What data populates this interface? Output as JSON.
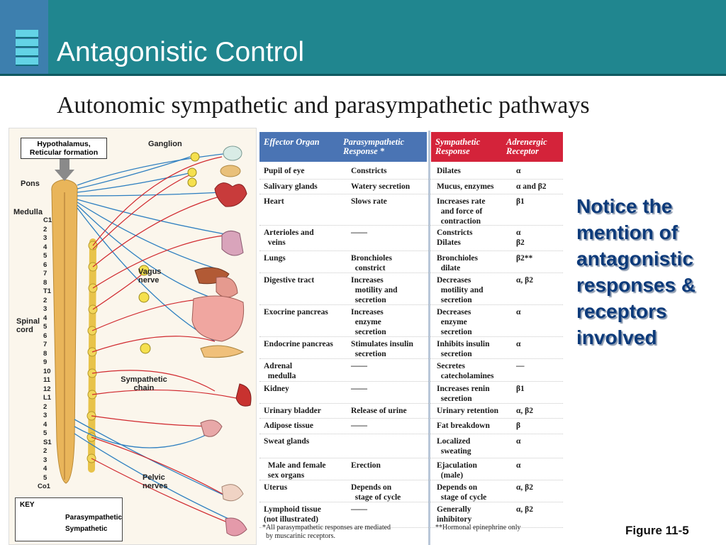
{
  "slide": {
    "title": "Antagonistic Control",
    "subtitle": "Autonomic sympathetic and parasympathetic pathways",
    "note": "Notice the mention of antagonistic responses & receptors involved",
    "figure_ref": "Figure 11-5"
  },
  "diagram": {
    "hypothalamus": "Hypothalamus, Reticular formation",
    "ganglion": "Ganglion",
    "pons": "Pons",
    "medulla": "Medulla",
    "vagus": "Vagus nerve",
    "spinal_cord": "Spinal cord",
    "sympathetic_chain": "Sympathetic chain",
    "pelvic_nerves": "Pelvic nerves",
    "segments": [
      "C1",
      "2",
      "3",
      "4",
      "5",
      "6",
      "7",
      "8",
      "T1",
      "2",
      "3",
      "4",
      "5",
      "6",
      "7",
      "8",
      "9",
      "10",
      "11",
      "12",
      "L1",
      "2",
      "3",
      "4",
      "5",
      "S1",
      "2",
      "3",
      "4",
      "5",
      "Co1"
    ],
    "key_title": "KEY",
    "key_para": "Parasympathetic",
    "key_symp": "Sympathetic",
    "colors": {
      "parasympathetic": "#2e7fc0",
      "sympathetic": "#d0282e",
      "cord": "#e9b55a",
      "chain": "#e8c34a"
    }
  },
  "table": {
    "headers": {
      "effector": "Effector Organ",
      "para": "Parasympathetic Response *",
      "symp": "Sympathetic Response",
      "receptor": "Adrenergic Receptor"
    },
    "rows": [
      {
        "organ": "Pupil of eye",
        "para": "Constricts",
        "symp": "Dilates",
        "receptor": "α"
      },
      {
        "organ": "Salivary glands",
        "para": "Watery secretion",
        "symp": "Mucus, enzymes",
        "receptor": "α and β2"
      },
      {
        "organ": "Heart",
        "para": "Slows rate",
        "symp": "Increases rate\n  and force of\n  contraction",
        "receptor": "β1"
      },
      {
        "organ": "Arterioles and\n  veins",
        "para": "——",
        "symp": "Constricts\nDilates",
        "receptor": "α\nβ2"
      },
      {
        "organ": "Lungs",
        "para": "Bronchioles\n  constrict",
        "symp": "Bronchioles\n  dilate",
        "receptor": "β2**"
      },
      {
        "organ": "Digestive tract",
        "para": "Increases\n  motility and\n  secretion",
        "symp": "Decreases\n  motility and\n  secretion",
        "receptor": "α, β2"
      },
      {
        "organ": "Exocrine pancreas",
        "para": "Increases\n  enzyme\n  secretion",
        "symp": "Decreases\n  enzyme\n  secretion",
        "receptor": "α"
      },
      {
        "organ": "Endocrine pancreas",
        "para": "Stimulates insulin\n  secretion",
        "symp": "Inhibits insulin\n  secretion",
        "receptor": "α"
      },
      {
        "organ": "Adrenal\n  medulla",
        "para": "——",
        "symp": "Secretes\n  catecholamines",
        "receptor": "—"
      },
      {
        "organ": "Kidney",
        "para": "——",
        "symp": "Increases renin\n  secretion",
        "receptor": "β1"
      },
      {
        "organ": "Urinary bladder",
        "para": "Release of urine",
        "symp": "Urinary retention",
        "receptor": "α, β2"
      },
      {
        "organ": "Adipose tissue",
        "para": "——",
        "symp": "Fat breakdown",
        "receptor": "β"
      },
      {
        "organ": "Sweat glands",
        "para": "",
        "symp": "Localized\n  sweating",
        "receptor": "α"
      },
      {
        "organ": "  Male and female\n  sex organs",
        "para": "Erection",
        "symp": "Ejaculation\n  (male)",
        "receptor": "α"
      },
      {
        "organ": "Uterus",
        "para": "Depends on\n  stage of cycle",
        "symp": "Depends on\n  stage of cycle",
        "receptor": "α, β2"
      },
      {
        "organ": "Lymphoid tissue\n(not illustrated)",
        "para": "——",
        "symp": "Generally\ninhibitory",
        "receptor": "α, β2"
      }
    ],
    "footnote_para": "*All parasympathetic responses are mediated\n  by muscarinic receptors.",
    "footnote_symp": "**Hormonal epinephrine only"
  }
}
